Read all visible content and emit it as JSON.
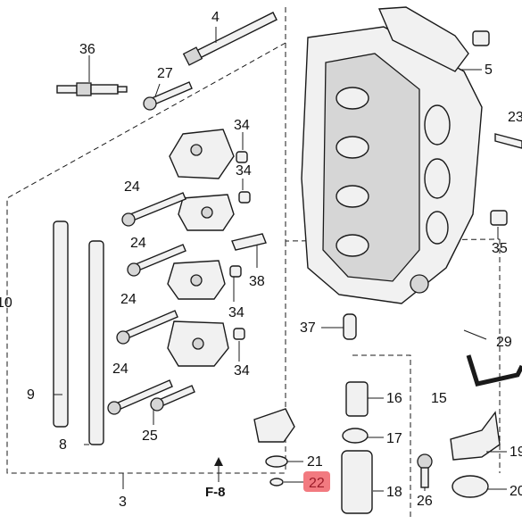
{
  "diagram": {
    "labels": {
      "p36": "36",
      "p4": "4",
      "p27": "27",
      "p5": "5",
      "p23": "23",
      "p34a": "34",
      "p34b": "34",
      "p34c": "34",
      "p34d": "34",
      "p24a": "24",
      "p24b": "24",
      "p24c": "24",
      "p24d": "24",
      "p38": "38",
      "p35": "35",
      "p37": "37",
      "p29": "29",
      "p9": "9",
      "p8": "8",
      "p25": "25",
      "p3": "3",
      "p16": "16",
      "p15": "15",
      "p17": "17",
      "p21": "21",
      "p22": "22",
      "p18": "18",
      "p26": "26",
      "p19": "19",
      "p20": "20",
      "p10": "10"
    },
    "fig_ref": "F-8",
    "highlighted_part": "22",
    "highlight_color": "#f27a80"
  }
}
